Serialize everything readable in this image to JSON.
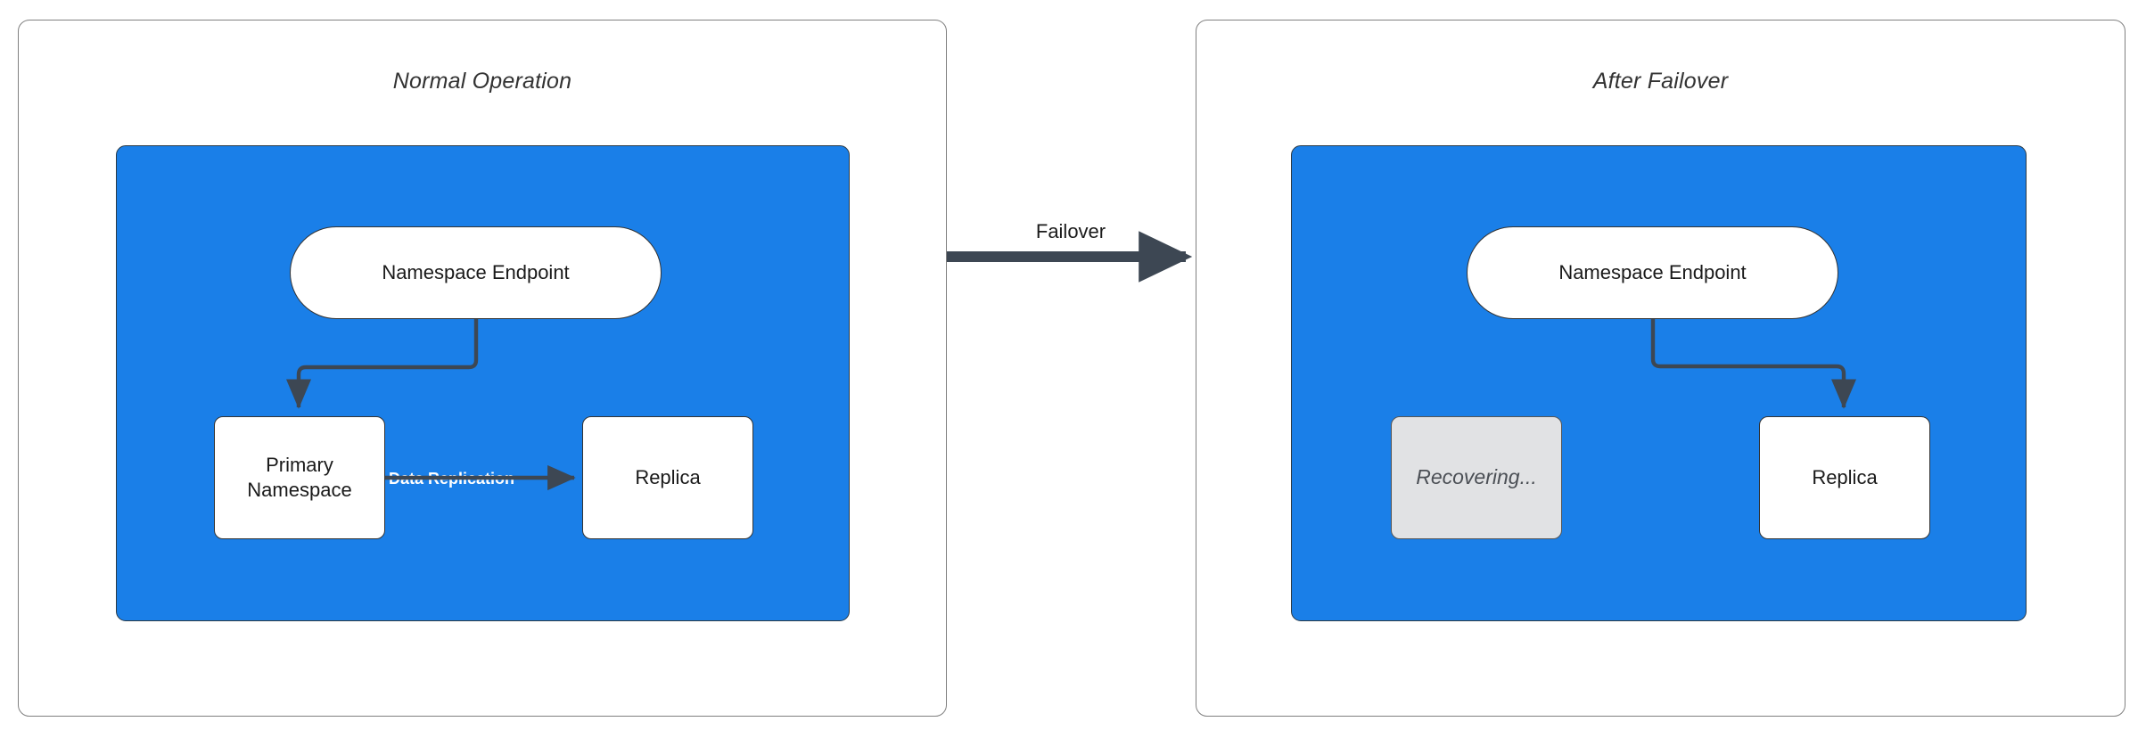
{
  "diagram": {
    "title_left": "Normal Operation",
    "title_right": "After Failover",
    "transition_label": "Failover",
    "colors": {
      "cluster_blue": "#1a7fe8",
      "node_white": "#ffffff",
      "node_disabled_gray": "#e1e2e4",
      "stroke_dark": "#333333",
      "panel_border": "#808080",
      "edge_label_white": "#ffffff"
    },
    "left_panel": {
      "title": "Normal Operation",
      "nodes": [
        {
          "id": "namespace-endpoint",
          "label": "Namespace Endpoint",
          "shape": "pill",
          "state": "active"
        },
        {
          "id": "primary-namespace",
          "label": "Primary\nNamespace",
          "label_line1": "Primary",
          "label_line2": "Namespace",
          "shape": "box",
          "state": "active"
        },
        {
          "id": "replica",
          "label": "Replica",
          "shape": "box",
          "state": "active"
        }
      ],
      "edges": [
        {
          "from": "namespace-endpoint",
          "to": "primary-namespace",
          "label": ""
        },
        {
          "from": "primary-namespace",
          "to": "replica",
          "label": "Data Replication"
        }
      ]
    },
    "right_panel": {
      "title": "After Failover",
      "nodes": [
        {
          "id": "namespace-endpoint",
          "label": "Namespace Endpoint",
          "shape": "pill",
          "state": "active"
        },
        {
          "id": "recovering",
          "label": "Recovering...",
          "shape": "box",
          "state": "disabled"
        },
        {
          "id": "replica",
          "label": "Replica",
          "shape": "box",
          "state": "active"
        }
      ],
      "edges": [
        {
          "from": "namespace-endpoint",
          "to": "replica",
          "label": ""
        }
      ]
    }
  }
}
